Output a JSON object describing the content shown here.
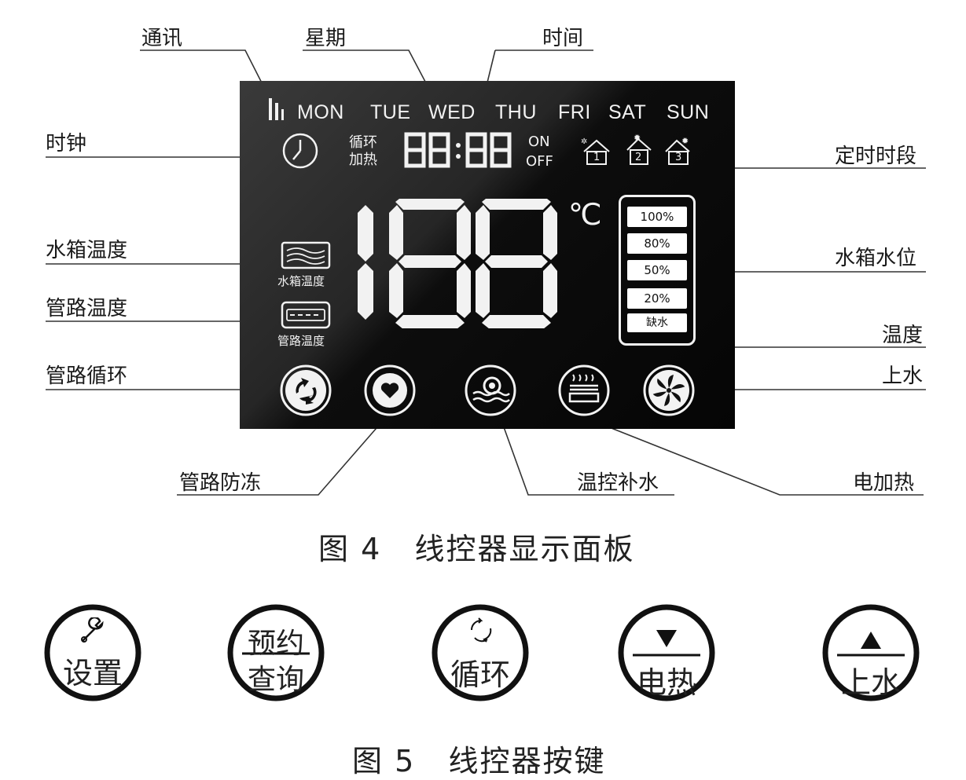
{
  "figure4": {
    "caption": "图 4   线控器显示面板",
    "callouts": {
      "comm": "通讯",
      "week": "星期",
      "time": "时间",
      "clock": "时钟",
      "timer_period": "定时时段",
      "tank_temp": "水箱温度",
      "tank_level": "水箱水位",
      "pipe_temp": "管路温度",
      "temperature": "温度",
      "pipe_cycle": "管路循环",
      "water_inlet": "上水",
      "pipe_antifreeze": "管路防冻",
      "temp_ctrl_refill": "温控补水",
      "electric_heat": "电加热"
    },
    "panel": {
      "weekdays": [
        "MON",
        "TUE",
        "WED",
        "THU",
        "FRI",
        "SAT",
        "SUN"
      ],
      "cycle_label": "循环",
      "heat_label": "加热",
      "time_digits": "88:88",
      "on_label": "ON",
      "off_label": "OFF",
      "period_numbers": [
        "1",
        "2",
        "3"
      ],
      "temp_digits": "188",
      "unit": "℃",
      "tank_icon_label": "水箱温度",
      "pipe_icon_label": "管路温度",
      "levels": [
        "100%",
        "80%",
        "50%",
        "20%",
        "缺水"
      ],
      "icons": [
        "cycle-icon",
        "heart-icon",
        "temp-refill-icon",
        "electric-heat-icon",
        "fan-icon"
      ]
    }
  },
  "figure5": {
    "caption": "图 5   线控器按键",
    "keys": [
      {
        "top": "",
        "bottom": "设置",
        "icon": "wrench-icon"
      },
      {
        "top": "预约",
        "bottom": "查询"
      },
      {
        "top": "",
        "bottom": "循环",
        "icon": "cycle-arrows-icon"
      },
      {
        "top": "▼",
        "bottom": "电热",
        "icon": "down-triangle-icon"
      },
      {
        "top": "▲",
        "bottom": "上水",
        "icon": "up-triangle-icon"
      }
    ]
  }
}
